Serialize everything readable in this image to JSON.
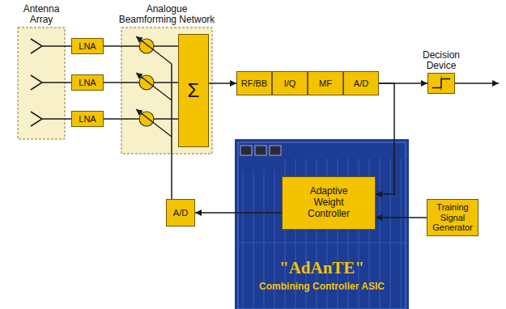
{
  "diagram": {
    "nodes": [
      {
        "text": [
          "Antenna Array"
        ]
      },
      {
        "text": [
          "LNA"
        ]
      },
      {
        "text": [
          "LNA"
        ]
      },
      {
        "text": [
          "LNA"
        ]
      },
      {
        "text": [
          "Analogue Beamforming Network"
        ]
      },
      {
        "text": [
          "Σ"
        ],
        "in": 4
      },
      {
        "text": [
          "RF/BB"
        ]
      },
      {
        "text": [
          "I/Q"
        ]
      },
      {
        "text": [
          "MF"
        ]
      },
      {
        "text": [
          "A/D"
        ]
      },
      {
        "text": [
          "Decision Device"
        ]
      },
      {
        "text": [
          "\"AdAnTE\"",
          "Combining Controller ASIC"
        ]
      },
      {
        "text": [
          "Adaptive Weight Controller"
        ],
        "in": 11
      },
      {
        "text": [
          "A/D"
        ]
      },
      {
        "text": [
          "Training Signal Generator"
        ]
      }
    ],
    "edges": [
      {
        "from": 1,
        "to": 5,
        "arrow": "none"
      },
      {
        "from": 2,
        "to": 5,
        "arrow": "none"
      },
      {
        "from": 3,
        "to": 5,
        "arrow": "none"
      },
      {
        "from": 5,
        "to": 6,
        "arrow": "to"
      },
      {
        "from": 9,
        "to": 10,
        "arrow": "to"
      },
      {
        "from": 9,
        "to": 12,
        "arrow": "to"
      },
      {
        "from": 14,
        "to": 12,
        "arrow": "to"
      },
      {
        "from": 12,
        "to": 13,
        "arrow": "to"
      }
    ]
  }
}
